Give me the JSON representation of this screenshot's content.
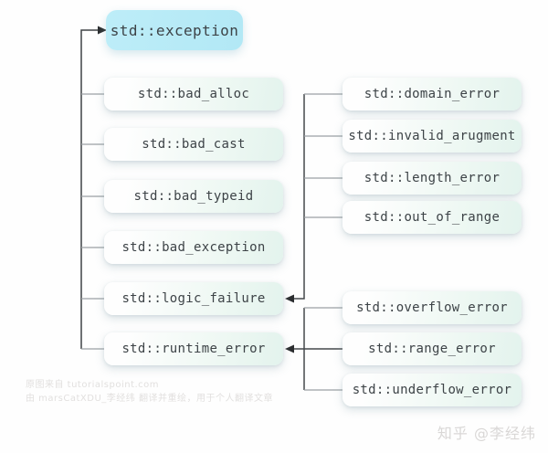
{
  "diagram": {
    "root": {
      "label": "std::exception"
    },
    "left_children": [
      {
        "label": "std::bad_alloc"
      },
      {
        "label": "std::bad_cast"
      },
      {
        "label": "std::bad_typeid"
      },
      {
        "label": "std::bad_exception"
      },
      {
        "label": "std::logic_failure"
      },
      {
        "label": "std::runtime_error"
      }
    ],
    "logic_children": [
      {
        "label": "std::domain_error"
      },
      {
        "label": "std::invalid_arugment"
      },
      {
        "label": "std::length_error"
      },
      {
        "label": "std::out_of_range"
      }
    ],
    "runtime_children": [
      {
        "label": "std::overflow_error"
      },
      {
        "label": "std::range_error"
      },
      {
        "label": "std::underflow_error"
      }
    ]
  },
  "watermark": {
    "line1": "原图来自 tutorialspoint.com",
    "line2": "由 marsCatXDU_李经纬 翻译并重绘，用于个人翻译文章",
    "zhihu": "知乎 @李经纬"
  },
  "colors": {
    "root_fill": "#b6e9f5",
    "child_fill_start": "#fefefe",
    "child_fill_end": "#e3f3ed",
    "text": "#3d4347",
    "arrow_line": "#3f4245",
    "branch_line": "#9aa0a4"
  }
}
